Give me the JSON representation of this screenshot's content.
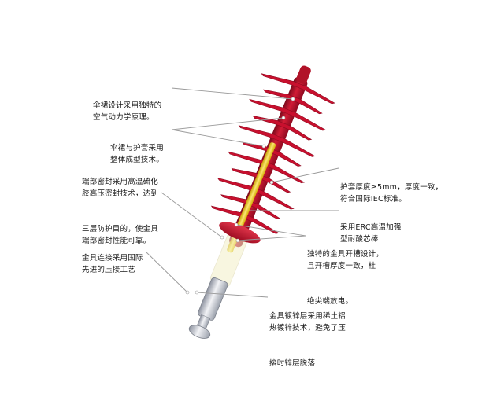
{
  "labels": {
    "umbrella_design": [
      "伞裙设计采用独特的",
      "空气动力学原理。"
    ],
    "integral_molding": [
      "伞裙与护套采用",
      "整体成型技术。"
    ],
    "end_seal": [
      "端部密封采用高温硫化",
      "胶高压密封技术，达到",
      "三层防护目的，使金具",
      "端部密封性能可靠。"
    ],
    "crimping": [
      "金具连接采用国际",
      "先进的压接工艺"
    ],
    "sheath_thickness": [
      "护套厚度≥5mm，厚度一致，",
      "符合国际IEC标准。"
    ],
    "erc_core": [
      "采用ERC高温加强",
      "型耐酸芯棒"
    ],
    "groove_design": [
      "独特的金具开槽设计，",
      "且开槽厚度一致，杜",
      "绝尖端放电。"
    ],
    "galvanizing": [
      "金具镀锌层采用稀土铝",
      "热镀锌技术，避免了压",
      "接时锌层脱落"
    ]
  },
  "colors": {
    "shed": "#c8102e",
    "shed_dark": "#8e0a20",
    "core": "#f2d61a",
    "fitting": "#c9ccd4",
    "leader": "#9a9a9a"
  },
  "icons": [
    "composite-insulator-illustration"
  ]
}
